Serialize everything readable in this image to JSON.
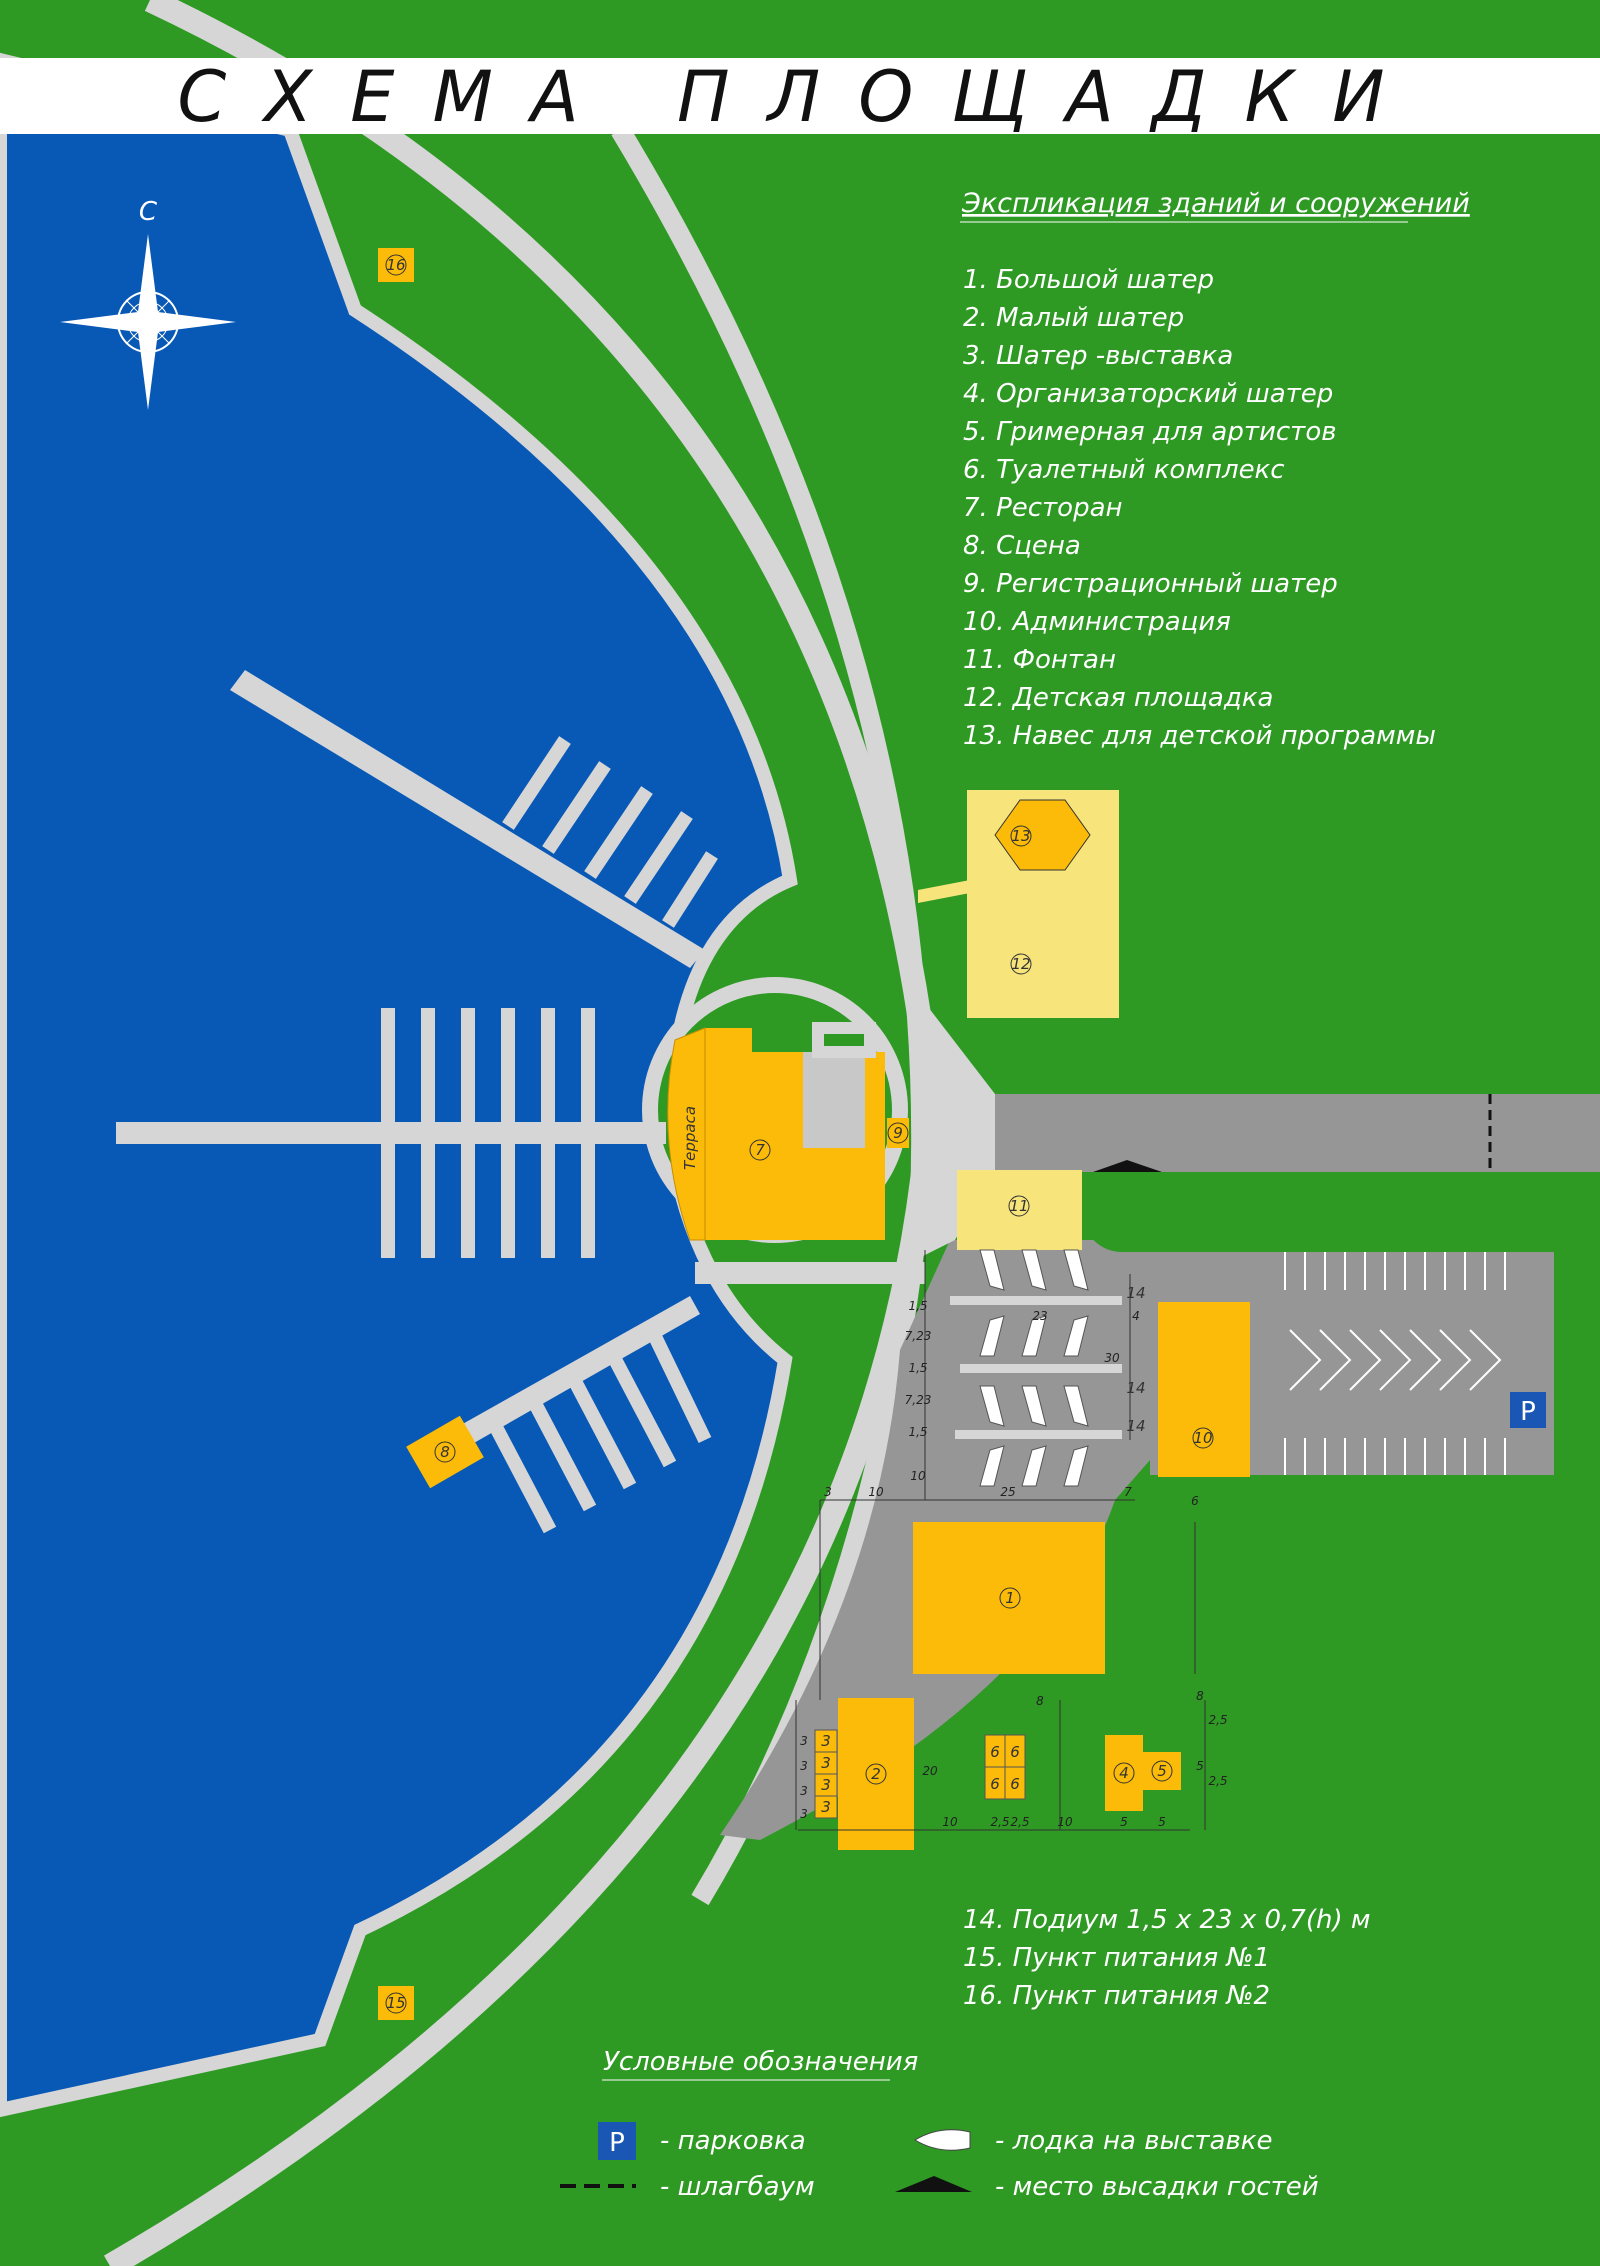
{
  "title": "СХЕМА ПЛОЩАДКИ",
  "compass": {
    "north_label": "С"
  },
  "explication": {
    "heading": "Экспликация зданий и сооружений",
    "items": [
      "1. Большой шатер",
      "2. Малый шатер",
      "3. Шатер -выставка",
      "4. Организаторский шатер",
      "5. Гримерная для артистов",
      "6. Туалетный комплекс",
      "7. Ресторан",
      "8. Сцена",
      "9. Регистрационный шатер",
      "10. Администрация",
      "11. Фонтан",
      "12. Детская площадка",
      "13. Навес для детской программы"
    ],
    "extra_items": [
      "14. Подиум 1,5 x 23 x 0,7(h) м",
      "15. Пункт питания №1",
      "16. Пункт питания №2"
    ]
  },
  "map": {
    "terrace_label": "Терраса",
    "parking_symbol": "P",
    "markers": {
      "m1": "1",
      "m2": "2",
      "m3": "3",
      "m4": "4",
      "m5": "5",
      "m6": "6",
      "m7": "7",
      "m8": "8",
      "m9": "9",
      "m10": "10",
      "m11": "11",
      "m12": "12",
      "m13": "13",
      "m14": "14",
      "m15": "15",
      "m16": "16"
    },
    "dimensions": {
      "d3": "3",
      "d10": "10",
      "d25": "25",
      "d7": "7",
      "d6": "6",
      "d20": "20",
      "d8": "8",
      "d2_5": "2,5",
      "d5": "5",
      "d30": "30",
      "d23": "23",
      "d4": "4",
      "d1_5": "1,5",
      "d7_23": "7,23"
    }
  },
  "legend": {
    "heading": "Условные обозначения",
    "items": [
      {
        "symbol": "parking",
        "label": "- парковка"
      },
      {
        "symbol": "boat",
        "label": "- лодка на выставке"
      },
      {
        "symbol": "barrier",
        "label": "- шлагбаум"
      },
      {
        "symbol": "drop-off",
        "label": "- место высадки гостей"
      }
    ]
  },
  "colors": {
    "grass": "#2e9a24",
    "water": "#0858b6",
    "path": "#d6d6d6",
    "asphalt": "#969696",
    "building": "#fbbb08",
    "light_yellow": "#f7e57c",
    "parking_blue": "#1a56b4"
  }
}
